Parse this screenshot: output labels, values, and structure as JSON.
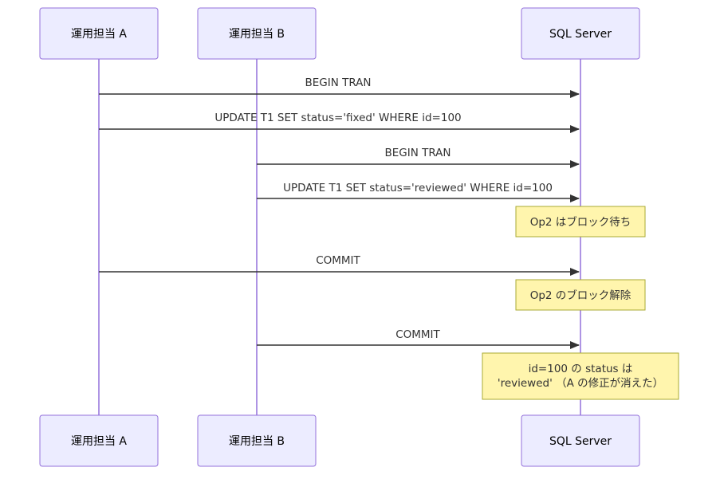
{
  "participants": {
    "op_a": "運用担当 A",
    "op_b": "運用担当 B",
    "sql": "SQL Server"
  },
  "messages": [
    {
      "from": "op_a",
      "to": "sql",
      "label": "BEGIN TRAN"
    },
    {
      "from": "op_a",
      "to": "sql",
      "label": "UPDATE T1 SET status='fixed' WHERE id=100"
    },
    {
      "from": "op_b",
      "to": "sql",
      "label": "BEGIN TRAN"
    },
    {
      "from": "op_b",
      "to": "sql",
      "label": "UPDATE T1 SET status='reviewed' WHERE id=100"
    },
    {
      "from": "op_a",
      "to": "sql",
      "label": "COMMIT"
    },
    {
      "from": "op_b",
      "to": "sql",
      "label": "COMMIT"
    }
  ],
  "notes": [
    {
      "over": "sql",
      "lines": [
        "Op2 はブロック待ち"
      ]
    },
    {
      "over": "sql",
      "lines": [
        "Op2 のブロック解除"
      ]
    },
    {
      "over": "sql",
      "lines": [
        "id=100 の status は",
        "'reviewed' （A の修正が消えた）"
      ]
    }
  ],
  "colors": {
    "actor_fill": "#ECECFF",
    "actor_border": "#9370DB",
    "note_fill": "#FFF5AD",
    "note_border": "#AAAA33",
    "arrow": "#333333"
  }
}
